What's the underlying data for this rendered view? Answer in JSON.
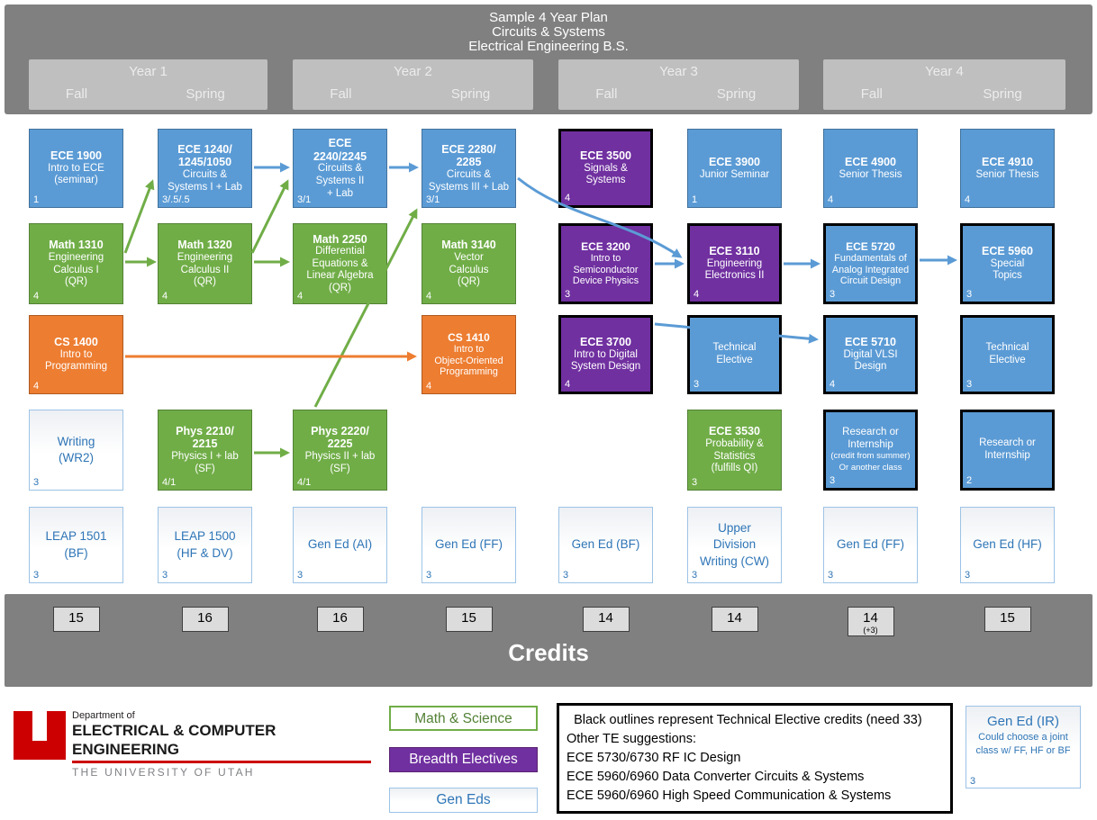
{
  "header": {
    "title_lines": [
      "Sample 4 Year Plan",
      "Circuits & Systems",
      "Electrical Engineering B.S."
    ],
    "years": [
      {
        "label": "Year 1",
        "terms": [
          "Fall",
          "Spring"
        ]
      },
      {
        "label": "Year 2",
        "terms": [
          "Fall",
          "Spring"
        ]
      },
      {
        "label": "Year 3",
        "terms": [
          "Fall",
          "Spring"
        ]
      },
      {
        "label": "Year 4",
        "terms": [
          "Fall",
          "Spring"
        ]
      }
    ]
  },
  "courses": [
    {
      "col": 0,
      "row": 0,
      "type": "blue",
      "title_lines": [
        "ECE 1900"
      ],
      "body_lines": [
        "Intro to ECE",
        "(seminar)"
      ],
      "credits": "1"
    },
    {
      "col": 1,
      "row": 0,
      "type": "blue",
      "title_lines": [
        "ECE 1240/",
        "1245/1050"
      ],
      "body_lines": [
        "Circuits &",
        "Systems I + Lab"
      ],
      "credits": "3/.5/.5"
    },
    {
      "col": 2,
      "row": 0,
      "type": "blue",
      "title_lines": [
        "ECE",
        "2240/2245"
      ],
      "body_lines": [
        "Circuits &",
        "Systems II",
        "+ Lab"
      ],
      "credits": "3/1"
    },
    {
      "col": 3,
      "row": 0,
      "type": "blue",
      "title_lines": [
        "ECE 2280/",
        "2285"
      ],
      "body_lines": [
        "Circuits &",
        "Systems III + Lab"
      ],
      "credits": "3/1"
    },
    {
      "col": 4,
      "row": 0,
      "type": "purple-te",
      "title_lines": [
        "ECE 3500"
      ],
      "body_lines": [
        "Signals &",
        "Systems"
      ],
      "credits": "4"
    },
    {
      "col": 5,
      "row": 0,
      "type": "blue",
      "title_lines": [
        "ECE 3900"
      ],
      "body_lines": [
        "Junior Seminar"
      ],
      "credits": "1"
    },
    {
      "col": 6,
      "row": 0,
      "type": "blue",
      "title_lines": [
        "ECE 4900"
      ],
      "body_lines": [
        "Senior Thesis"
      ],
      "credits": "4"
    },
    {
      "col": 7,
      "row": 0,
      "type": "blue",
      "title_lines": [
        "ECE 4910"
      ],
      "body_lines": [
        "Senior Thesis"
      ],
      "credits": "4"
    },
    {
      "col": 0,
      "row": 1,
      "type": "green",
      "title_lines": [
        "Math 1310"
      ],
      "body_lines": [
        "Engineering",
        "Calculus I",
        "(QR)"
      ],
      "credits": "4"
    },
    {
      "col": 1,
      "row": 1,
      "type": "green",
      "title_lines": [
        "Math 1320"
      ],
      "body_lines": [
        "Engineering",
        "Calculus II",
        "(QR)"
      ],
      "credits": "4"
    },
    {
      "col": 2,
      "row": 1,
      "type": "green",
      "title_lines": [
        "Math 2250"
      ],
      "body_lines": [
        "Differential",
        "Equations &",
        "Linear Algebra",
        "(QR)"
      ],
      "credits": "4"
    },
    {
      "col": 3,
      "row": 1,
      "type": "green",
      "title_lines": [
        "Math 3140"
      ],
      "body_lines": [
        "Vector",
        "Calculus",
        "(QR)"
      ],
      "credits": "4"
    },
    {
      "col": 4,
      "row": 1,
      "type": "purple-te",
      "small": true,
      "title_lines": [
        "ECE 3200"
      ],
      "body_lines": [
        "Intro to",
        "Semiconductor",
        "Device Physics"
      ],
      "credits": "3"
    },
    {
      "col": 5,
      "row": 1,
      "type": "purple-te",
      "title_lines": [
        "ECE 3110"
      ],
      "body_lines": [
        "Engineering",
        "Electronics II"
      ],
      "credits": "4"
    },
    {
      "col": 6,
      "row": 1,
      "type": "blue-te",
      "small": true,
      "title_lines": [
        "ECE 5720"
      ],
      "body_lines": [
        "Fundamentals of",
        "Analog Integrated",
        "Circuit Design"
      ],
      "credits": "3"
    },
    {
      "col": 7,
      "row": 1,
      "type": "blue-te",
      "title_lines": [
        "ECE 5960"
      ],
      "body_lines": [
        "Special",
        "Topics"
      ],
      "credits": "3"
    },
    {
      "col": 0,
      "row": 2,
      "type": "orange",
      "title_lines": [
        "CS 1400"
      ],
      "body_lines": [
        "Intro to",
        "Programming"
      ],
      "credits": "4"
    },
    {
      "col": 3,
      "row": 2,
      "type": "orange",
      "small": true,
      "title_lines": [
        "CS 1410"
      ],
      "body_lines": [
        "Intro to",
        "Object-Oriented",
        "Programming"
      ],
      "credits": "4"
    },
    {
      "col": 4,
      "row": 2,
      "type": "purple-te",
      "title_lines": [
        "ECE 3700"
      ],
      "body_lines": [
        "Intro to Digital",
        "System Design"
      ],
      "credits": "4"
    },
    {
      "col": 5,
      "row": 2,
      "type": "blue-te",
      "title_lines": [],
      "body_lines": [
        "Technical",
        "Elective"
      ],
      "credits": "3"
    },
    {
      "col": 6,
      "row": 2,
      "type": "blue-te",
      "title_lines": [
        "ECE 5710"
      ],
      "body_lines": [
        "Digital VLSI",
        "Design"
      ],
      "credits": "4"
    },
    {
      "col": 7,
      "row": 2,
      "type": "blue-te",
      "title_lines": [],
      "body_lines": [
        "Technical",
        "Elective"
      ],
      "credits": "3"
    },
    {
      "col": 0,
      "row": 3,
      "type": "gened",
      "title_lines": [],
      "body_lines": [
        "Writing",
        "(WR2)"
      ],
      "credits": "3"
    },
    {
      "col": 1,
      "row": 3,
      "type": "green",
      "title_lines": [
        "Phys 2210/",
        "2215"
      ],
      "body_lines": [
        "Physics I + lab",
        "(SF)"
      ],
      "credits": "4/1"
    },
    {
      "col": 2,
      "row": 3,
      "type": "green",
      "title_lines": [
        "Phys 2220/",
        "2225"
      ],
      "body_lines": [
        "Physics II + lab",
        "(SF)"
      ],
      "credits": "4/1"
    },
    {
      "col": 5,
      "row": 3,
      "type": "green",
      "title_lines": [
        "ECE 3530"
      ],
      "body_lines": [
        "Probability &",
        "Statistics",
        "(fulfills QI)"
      ],
      "credits": "3"
    },
    {
      "col": 6,
      "row": 3,
      "type": "blue-te",
      "title_lines": [],
      "body_lines": [
        "Research or",
        "Internship"
      ],
      "sub_lines": [
        "(credit from summer)",
        "Or another class"
      ],
      "credits": "3"
    },
    {
      "col": 7,
      "row": 3,
      "type": "blue-te",
      "title_lines": [],
      "body_lines": [
        "Research or",
        "Internship"
      ],
      "credits": "2"
    },
    {
      "col": 0,
      "row": 4,
      "type": "gened",
      "title_lines": [],
      "body_lines": [
        "LEAP 1501",
        "(BF)"
      ],
      "credits": "3"
    },
    {
      "col": 1,
      "row": 4,
      "type": "gened",
      "title_lines": [],
      "body_lines": [
        "LEAP 1500",
        "(HF & DV)"
      ],
      "credits": "3"
    },
    {
      "col": 2,
      "row": 4,
      "type": "gened",
      "title_lines": [],
      "body_lines": [
        "Gen Ed (AI)"
      ],
      "credits": "3"
    },
    {
      "col": 3,
      "row": 4,
      "type": "gened",
      "title_lines": [],
      "body_lines": [
        "Gen Ed (FF)"
      ],
      "credits": "3"
    },
    {
      "col": 4,
      "row": 4,
      "type": "gened",
      "title_lines": [],
      "body_lines": [
        "Gen Ed (BF)"
      ],
      "credits": "3"
    },
    {
      "col": 5,
      "row": 4,
      "type": "gened",
      "title_lines": [],
      "body_lines": [
        "Upper",
        "Division",
        "Writing (CW)"
      ],
      "credits": "3"
    },
    {
      "col": 6,
      "row": 4,
      "type": "gened",
      "title_lines": [],
      "body_lines": [
        "Gen Ed (FF)"
      ],
      "credits": "3"
    },
    {
      "col": 7,
      "row": 4,
      "type": "gened",
      "title_lines": [],
      "body_lines": [
        "Gen Ed (HF)"
      ],
      "credits": "3"
    }
  ],
  "credits_band": {
    "label": "Credits",
    "values": [
      {
        "value": "15"
      },
      {
        "value": "16"
      },
      {
        "value": "16"
      },
      {
        "value": "15"
      },
      {
        "value": "14"
      },
      {
        "value": "14"
      },
      {
        "value": "14",
        "note": "(+3)"
      },
      {
        "value": "15"
      }
    ]
  },
  "legend": [
    {
      "label": "Math & Science",
      "style": "green"
    },
    {
      "label": "Breadth Electives",
      "style": "purple"
    },
    {
      "label": "Gen Eds",
      "style": "gened"
    }
  ],
  "note_box": {
    "lines": [
      "  Black outlines represent Technical Elective credits (need 33)",
      "Other TE suggestions:",
      "ECE 5730/6730 RF IC Design",
      "ECE 5960/6960 Data Converter Circuits & Systems",
      "ECE 5960/6960 High Speed Communication & Systems"
    ]
  },
  "gened_ir": {
    "title": "Gen Ed (IR)",
    "lines": [
      "Could choose a joint",
      "class w/ FF, HF or BF"
    ],
    "credits": "3"
  },
  "logo": {
    "dept_label": "Department of",
    "dept_name": "ELECTRICAL & COMPUTER ENGINEERING",
    "university": "THE UNIVERSITY OF UTAH"
  },
  "colors": {
    "ece_blue": "#5B9BD5",
    "math_science_green": "#70AD47",
    "cs_orange": "#ED7D31",
    "breadth_purple": "#7030A0",
    "gened_text_blue": "#2E75B6",
    "gened_border_blue": "#9DC3E6",
    "band_gray": "#808080",
    "year_header_gray": "#BFBFBF",
    "credit_box_gray": "#DCDCDC",
    "logo_red": "#CC0000",
    "technical_elective_outline": "#000000"
  }
}
